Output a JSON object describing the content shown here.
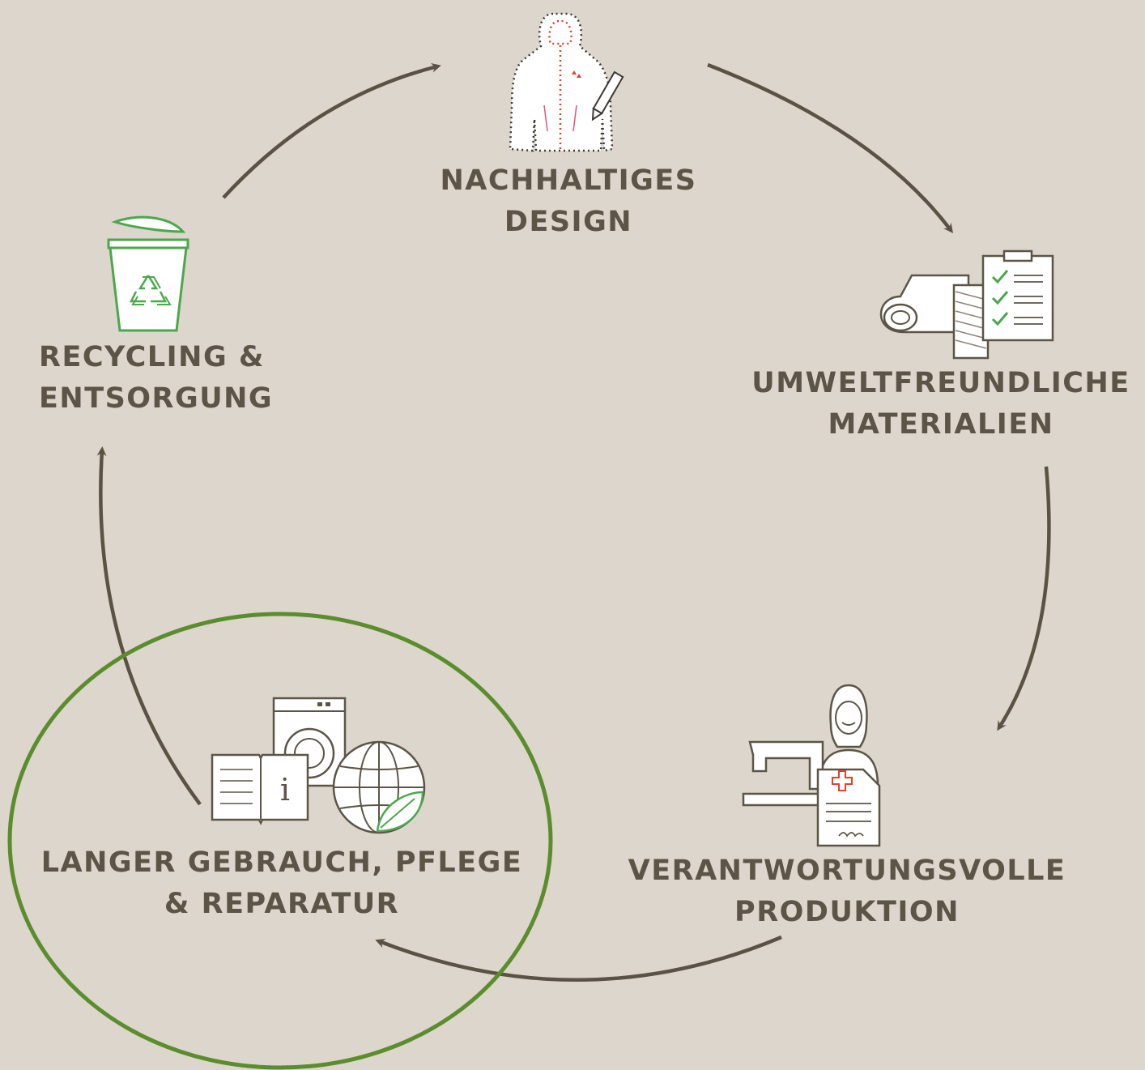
{
  "colors": {
    "background": "#ddd6cc",
    "text": "#5c5547",
    "arrow": "#5a5244",
    "highlight_ring": "#5a8d2c",
    "icon_line": "#5c5547",
    "icon_green": "#4aa84a",
    "accent_red": "#d9442b"
  },
  "stages": [
    {
      "id": "design",
      "line1": "NACHHALTIGES",
      "line2": "DESIGN",
      "icon": "jacket-design-icon"
    },
    {
      "id": "materials",
      "line1": "UMWELTFREUNDLICHE",
      "line2": "MATERIALIEN",
      "icon": "fabric-checklist-icon"
    },
    {
      "id": "production",
      "line1": "VERANTWORTUNGSVOLLE",
      "line2": "PRODUKTION",
      "icon": "sewing-worker-icon"
    },
    {
      "id": "use",
      "line1": "LANGER GEBRAUCH, PFLEGE",
      "line2": "& REPARATUR",
      "icon": "care-repair-icon",
      "highlighted": true
    },
    {
      "id": "recycling",
      "line1": "RECYCLING &",
      "line2": "ENTSORGUNG",
      "icon": "recycling-bin-icon"
    }
  ]
}
